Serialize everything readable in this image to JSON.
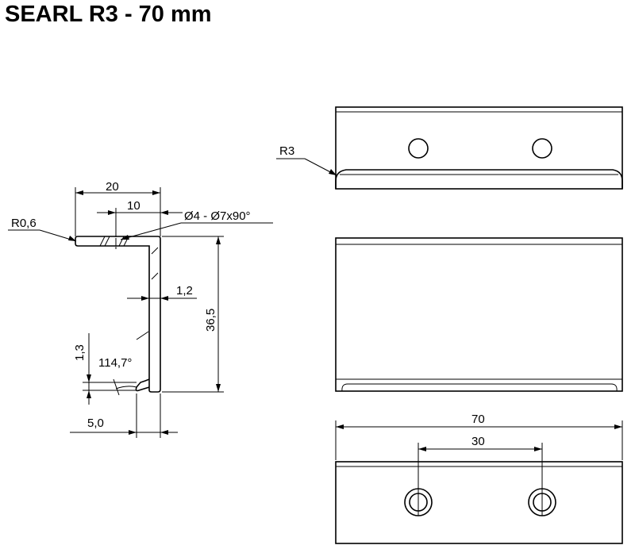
{
  "title": "SEARL R3 - 70 mm",
  "side_profile": {
    "dimensions": {
      "width": "20",
      "hole_offset": "10",
      "hole_spec": "Ø4 - Ø7x90°",
      "radius": "R0,6",
      "thickness": "1,2",
      "height": "36,5",
      "lip_height": "1,3",
      "angle": "114,7°",
      "lip_width": "5,0"
    }
  },
  "top_view": {
    "radius": "R3"
  },
  "bottom_view": {
    "dimensions": {
      "length": "70",
      "hole_spacing": "30"
    }
  }
}
